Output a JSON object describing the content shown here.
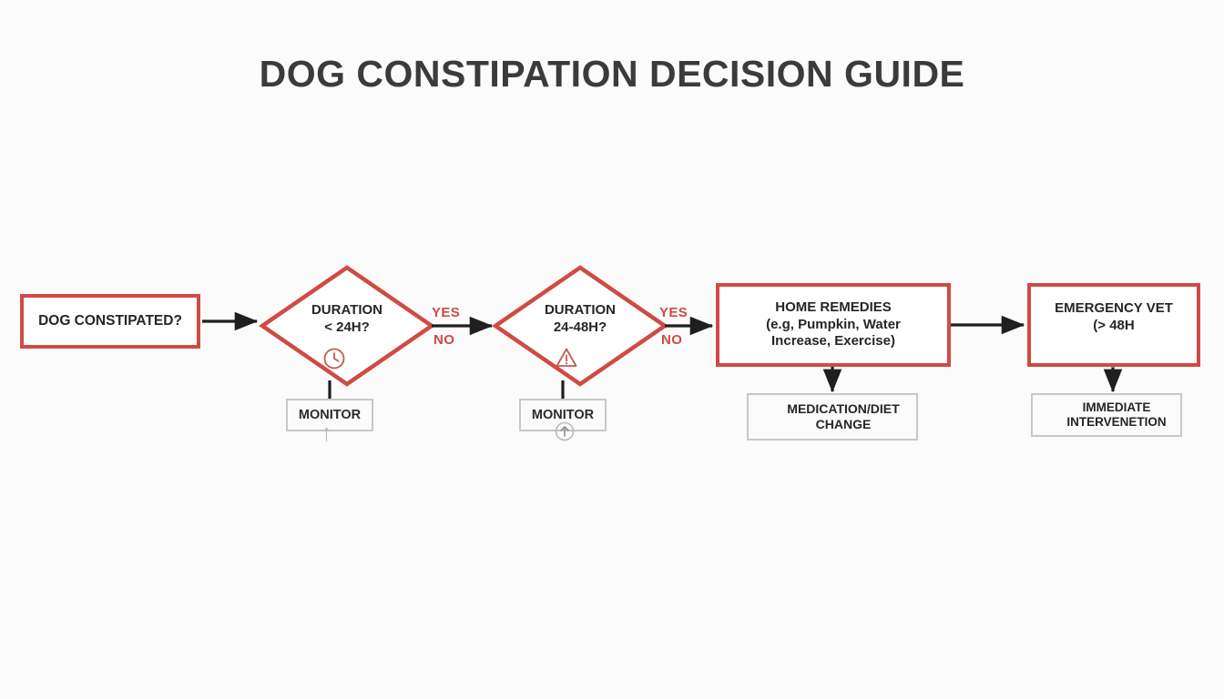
{
  "title": "DOG CONSTIPATION DECISION GUIDE",
  "colors": {
    "accent_red": "#cf4b44",
    "text_dark": "#262626",
    "title_gray": "#3b3b3b",
    "gray_border": "#c8c8c8",
    "arrow_black": "#1f1f1f",
    "background": "#fbfbfb"
  },
  "nodes": {
    "start": {
      "label": "DOG CONSTIPATED?",
      "shape": "rectangle",
      "border": "red"
    },
    "decision_1": {
      "label": "DURATION\n< 24H?",
      "shape": "diamond",
      "border": "red",
      "icon": "clock-icon"
    },
    "decision_2": {
      "label": "DURATION\n24-48H?",
      "shape": "diamond",
      "border": "red",
      "icon": "warning-triangle-icon"
    },
    "home_remedies": {
      "label": "HOME REMEDIES\n(e.g, Pumpkin, Water\nIncrease, Exercise)",
      "shape": "rectangle",
      "border": "red"
    },
    "emergency_vet": {
      "label": "EMERGENCY VET\n(> 48H",
      "shape": "rectangle",
      "border": "red",
      "icon": "caduceus-icon"
    },
    "monitor_1": {
      "label": "MONITOR",
      "shape": "rectangle",
      "border": "gray"
    },
    "monitor_2": {
      "label": "MONITOR",
      "shape": "rectangle",
      "border": "gray"
    },
    "medication": {
      "label": "MEDICATION/DIET\nCHANGE",
      "shape": "rectangle",
      "border": "gray",
      "icon": "clipboard-pen-icon"
    },
    "immediate": {
      "label": "IMMEDIATE\nINTERVENETION",
      "shape": "rectangle",
      "border": "gray",
      "icon": "siren-icon"
    }
  },
  "branches": {
    "yes_1": "YES",
    "no_1": "NO",
    "yes_2": "YES",
    "no_2": "NO"
  },
  "decoration": {
    "monitor_arrow_1": "↑",
    "monitor_arrow_2": "↑"
  }
}
